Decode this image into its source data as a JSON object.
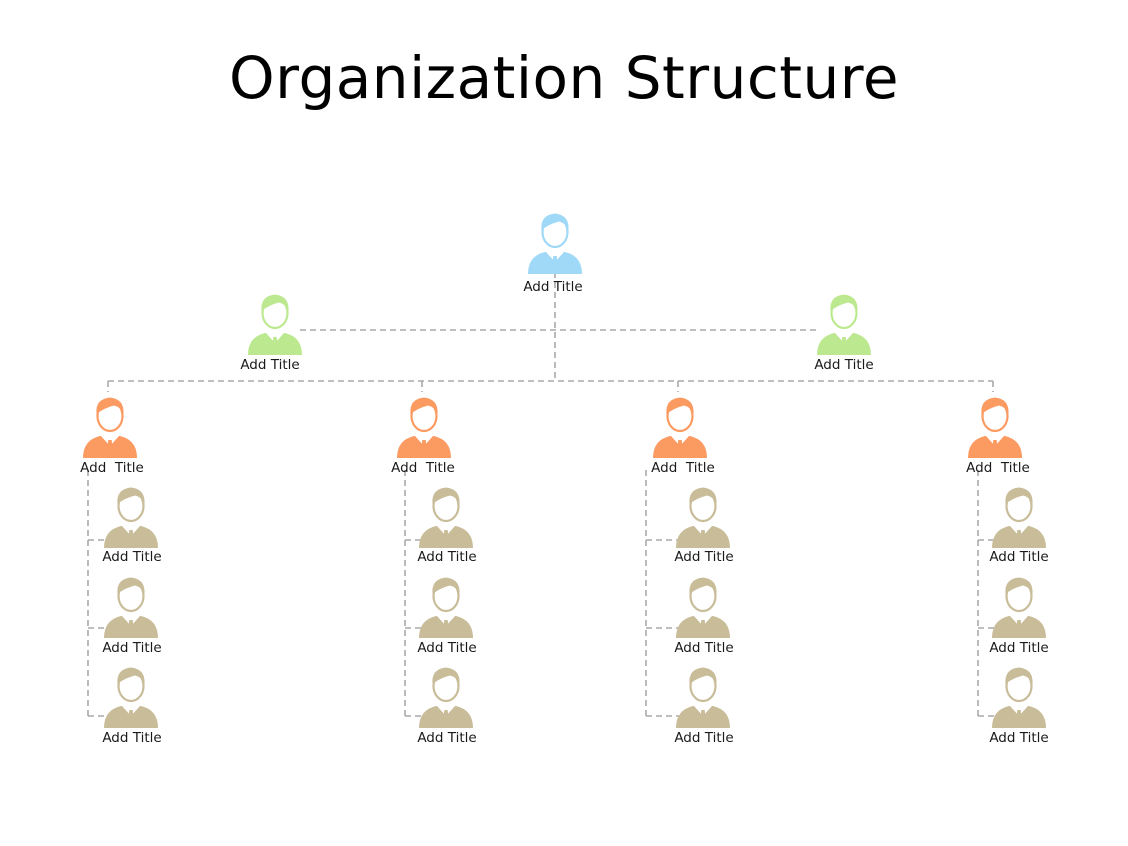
{
  "title": "Organization Structure",
  "colors": {
    "root": "#9fd9f7",
    "level1": "#bce98f",
    "level2": "#fb9a61",
    "level3": "#c8bc99",
    "connector": "#aaaaaa"
  },
  "icon": "person-with-tie-icon",
  "org": {
    "root": {
      "label": "Add Title"
    },
    "managers": [
      {
        "label": "Add Title"
      },
      {
        "label": "Add Title"
      }
    ],
    "departments": [
      {
        "label": "Add  Title",
        "members": [
          "Add Title",
          "Add Title",
          "Add Title"
        ]
      },
      {
        "label": "Add  Title",
        "members": [
          "Add Title",
          "Add Title",
          "Add Title"
        ]
      },
      {
        "label": "Add  Title",
        "members": [
          "Add Title",
          "Add Title",
          "Add Title"
        ]
      },
      {
        "label": "Add  Title",
        "members": [
          "Add Title",
          "Add Title",
          "Add Title"
        ]
      }
    ]
  }
}
